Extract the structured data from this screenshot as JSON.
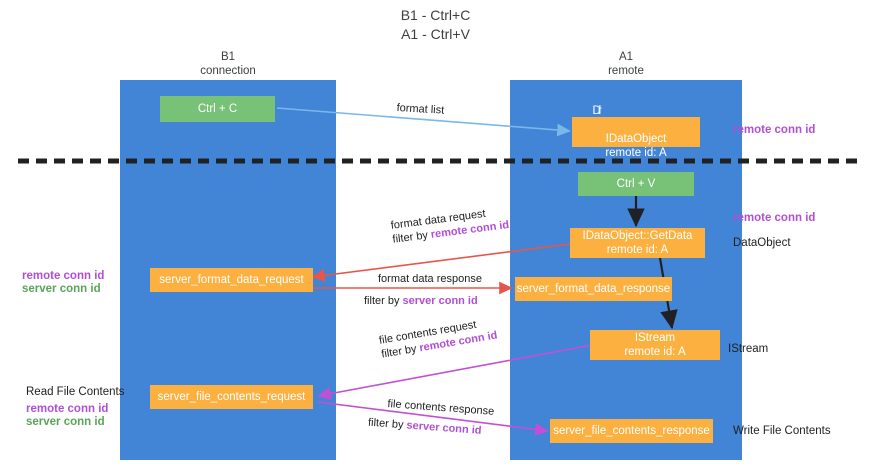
{
  "title": "B1 - Ctrl+C\nA1 - Ctrl+V",
  "colors": {
    "lane": "#4285d6",
    "node_orange": "#fbb040",
    "node_green": "#77c276",
    "remote_conn_id": "#b04fd6",
    "server_conn_id": "#5aa45a",
    "divider": "#202124",
    "arrow_format_list": "#7ab8e8",
    "arrow_format_data": "#e8564a",
    "arrow_file_contents": "#c44fd6",
    "arrow_black": "#202124"
  },
  "columns": [
    {
      "label": "B1\nconnection"
    },
    {
      "label": "A1\nremote"
    }
  ],
  "nodes": {
    "ctrl_c": {
      "label": "Ctrl + C",
      "kind": "green"
    },
    "idataobject": {
      "label": "IDataObject\nremote id: A",
      "ghost": "IDrl",
      "kind": "orange"
    },
    "ctrl_v": {
      "label": "Ctrl + V",
      "kind": "green"
    },
    "getdata": {
      "label": "IDataObject::GetData\nremote id: A",
      "kind": "orange"
    },
    "server_format_data_request": {
      "label": "server_format_data_request",
      "kind": "orange"
    },
    "server_format_data_response": {
      "label": "server_format_data_response",
      "kind": "orange"
    },
    "istream": {
      "label": "IStream\nremote id: A",
      "kind": "orange"
    },
    "server_file_contents_request": {
      "label": "server_file_contents_request",
      "kind": "orange"
    },
    "server_file_contents_response": {
      "label": "server_file_contents_response",
      "kind": "orange"
    }
  },
  "edge_labels": {
    "format_list": {
      "line1": "format list",
      "line2": "",
      "filter": ""
    },
    "format_data_request": {
      "line1": "format data request",
      "prefix": "filter by ",
      "filter": "remote conn id"
    },
    "format_data_response": {
      "line1": "format data response",
      "prefix": "filter by ",
      "filter": "server conn id"
    },
    "file_contents_request": {
      "line1": "file contents request",
      "prefix": "filter by ",
      "filter": "remote conn id"
    },
    "file_contents_response": {
      "line1": "file contents response",
      "prefix": "filter by ",
      "filter": "server conn id"
    }
  },
  "annotations": {
    "remote_conn_id_top": "remote conn id",
    "remote_conn_id_mid": "remote conn id",
    "dataobject": "DataObject",
    "istream": "IStream",
    "write_file_contents": "Write File Contents",
    "left_mid_remote": "remote conn id",
    "left_mid_server": "server conn id",
    "read_file_contents": "Read File Contents",
    "left_bot_remote": "remote conn id",
    "left_bot_server": "server conn id"
  }
}
